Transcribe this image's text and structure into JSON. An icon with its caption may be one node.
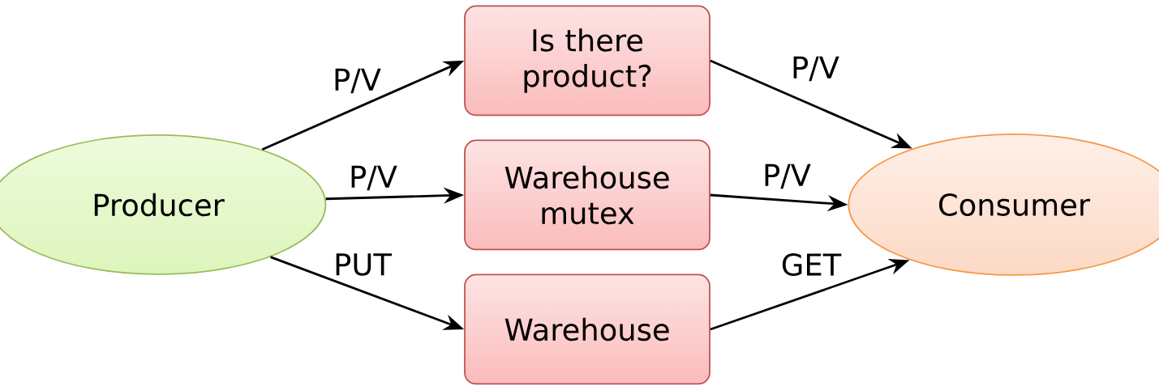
{
  "diagram": {
    "nodes": [
      {
        "text": [
          "Producer"
        ]
      },
      {
        "text": [
          "Is there product?"
        ]
      },
      {
        "text": [
          "Warehouse mutex"
        ]
      },
      {
        "text": [
          "Warehouse"
        ]
      },
      {
        "text": [
          "Consumer"
        ]
      }
    ],
    "edges": [
      {
        "from": 0,
        "to": 1,
        "arrow": "to",
        "label": "P/V"
      },
      {
        "from": 0,
        "to": 2,
        "arrow": "to",
        "label": "P/V"
      },
      {
        "from": 0,
        "to": 3,
        "arrow": "to",
        "label": "PUT"
      },
      {
        "from": 1,
        "to": 4,
        "arrow": "to",
        "label": "P/V"
      },
      {
        "from": 2,
        "to": 4,
        "arrow": "to",
        "label": "P/V"
      },
      {
        "from": 3,
        "to": 4,
        "arrow": "to",
        "label": "GET"
      }
    ]
  }
}
